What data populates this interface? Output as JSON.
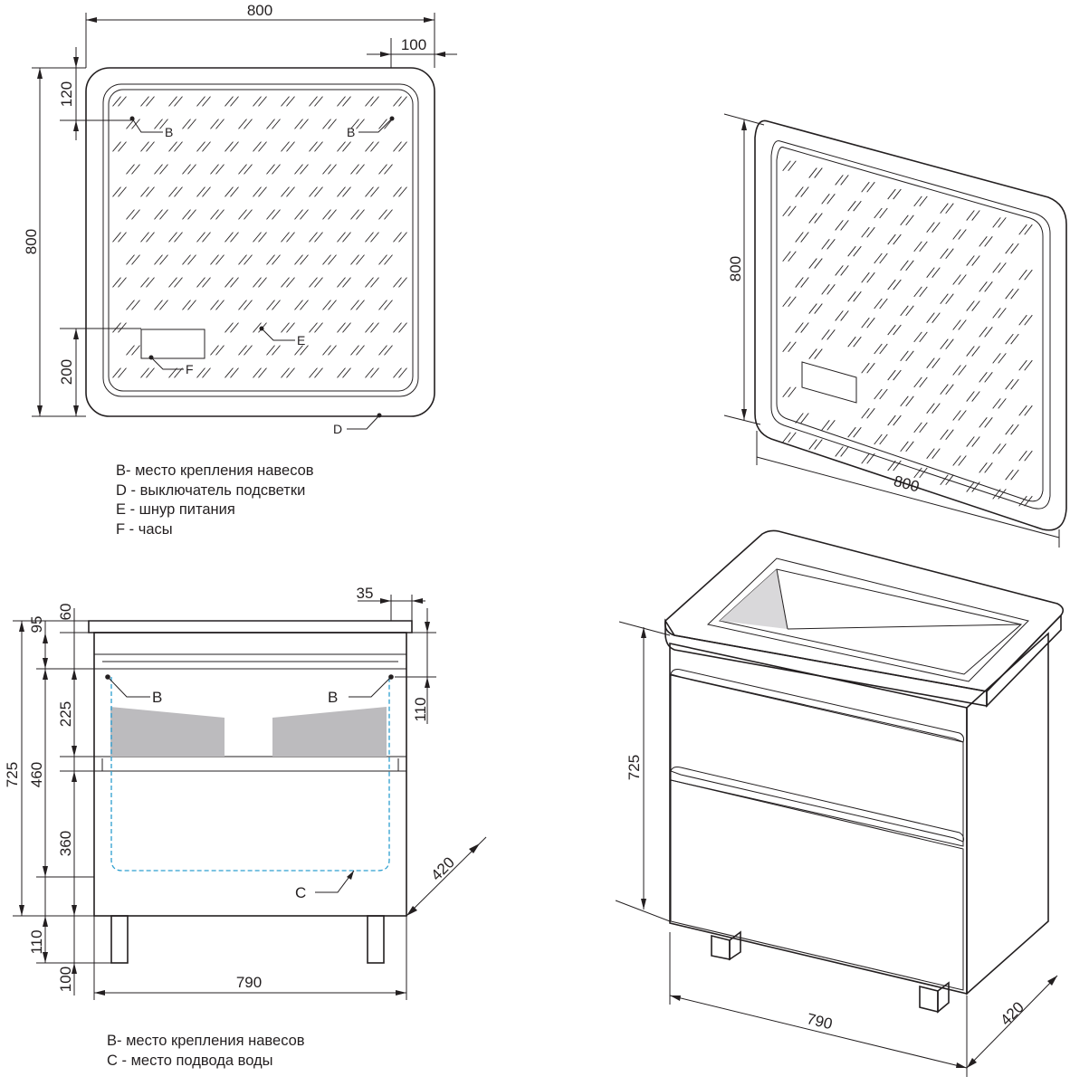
{
  "mirror_front": {
    "width": "800",
    "edge_offset": "100",
    "top_offset": "120",
    "height": "800",
    "bottom_offset": "200",
    "markers": {
      "b_left": "B",
      "b_right": "B",
      "e": "E",
      "f": "F",
      "d": "D"
    }
  },
  "mirror_legend": [
    "B- место крепления навесов",
    "D - выключатель подсветки",
    "E - шнур питания",
    "F - часы"
  ],
  "mirror_iso": {
    "height": "800",
    "width": "800"
  },
  "cabinet_front": {
    "dims": {
      "d95": "95",
      "d60": "60",
      "d35": "35",
      "d725": "725",
      "d460": "460",
      "d225": "225",
      "d360": "360",
      "d110_right": "110",
      "d110_legs": "110",
      "d100": "100",
      "d790": "790",
      "d420": "420"
    },
    "markers": {
      "b_left": "B",
      "b_right": "B",
      "c": "C"
    }
  },
  "cabinet_legend": [
    "B- место крепления навесов",
    "C - место подвода воды"
  ],
  "cabinet_iso": {
    "height": "725",
    "width": "790",
    "depth": "420"
  }
}
